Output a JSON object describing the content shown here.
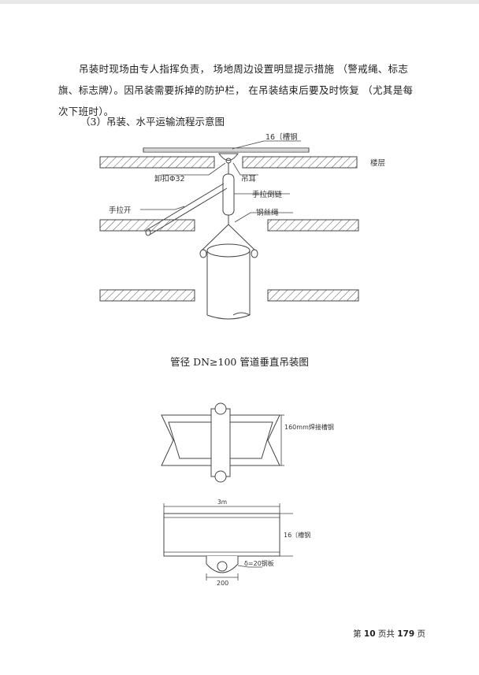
{
  "paragraph": "吊装时现场由专人指挥负责，  场地周边设置明显提示措施  （警戒绳、标志旗、标志牌）。因吊装需要拆掉的防护栏，  在吊装结束后要及时恢复  （尤其是每次下班时）。",
  "section_heading": "（3）吊装、水平运输流程示意图",
  "diagram1": {
    "labels": {
      "channel_steel": "16〔槽钢",
      "floor": "楼层",
      "shackle": "卸扣Φ32",
      "lifting_lug": "吊耳",
      "chain_hoist": "手拉倒链",
      "hand_pull": "手拉开",
      "wire_rope": "钢丝绳"
    }
  },
  "caption": "管径 DN≥100 管道垂直吊装图",
  "diagram2": {
    "labels": {
      "welded_channel": "160mm焊接槽钢"
    }
  },
  "diagram3": {
    "labels": {
      "length": "3m",
      "channel_steel": "16〔槽钢",
      "plate": "δ=20钢板",
      "width": "200"
    }
  },
  "footer": {
    "prefix": "第",
    "page": "10",
    "middle": "页共",
    "total": "179",
    "suffix": "页"
  }
}
